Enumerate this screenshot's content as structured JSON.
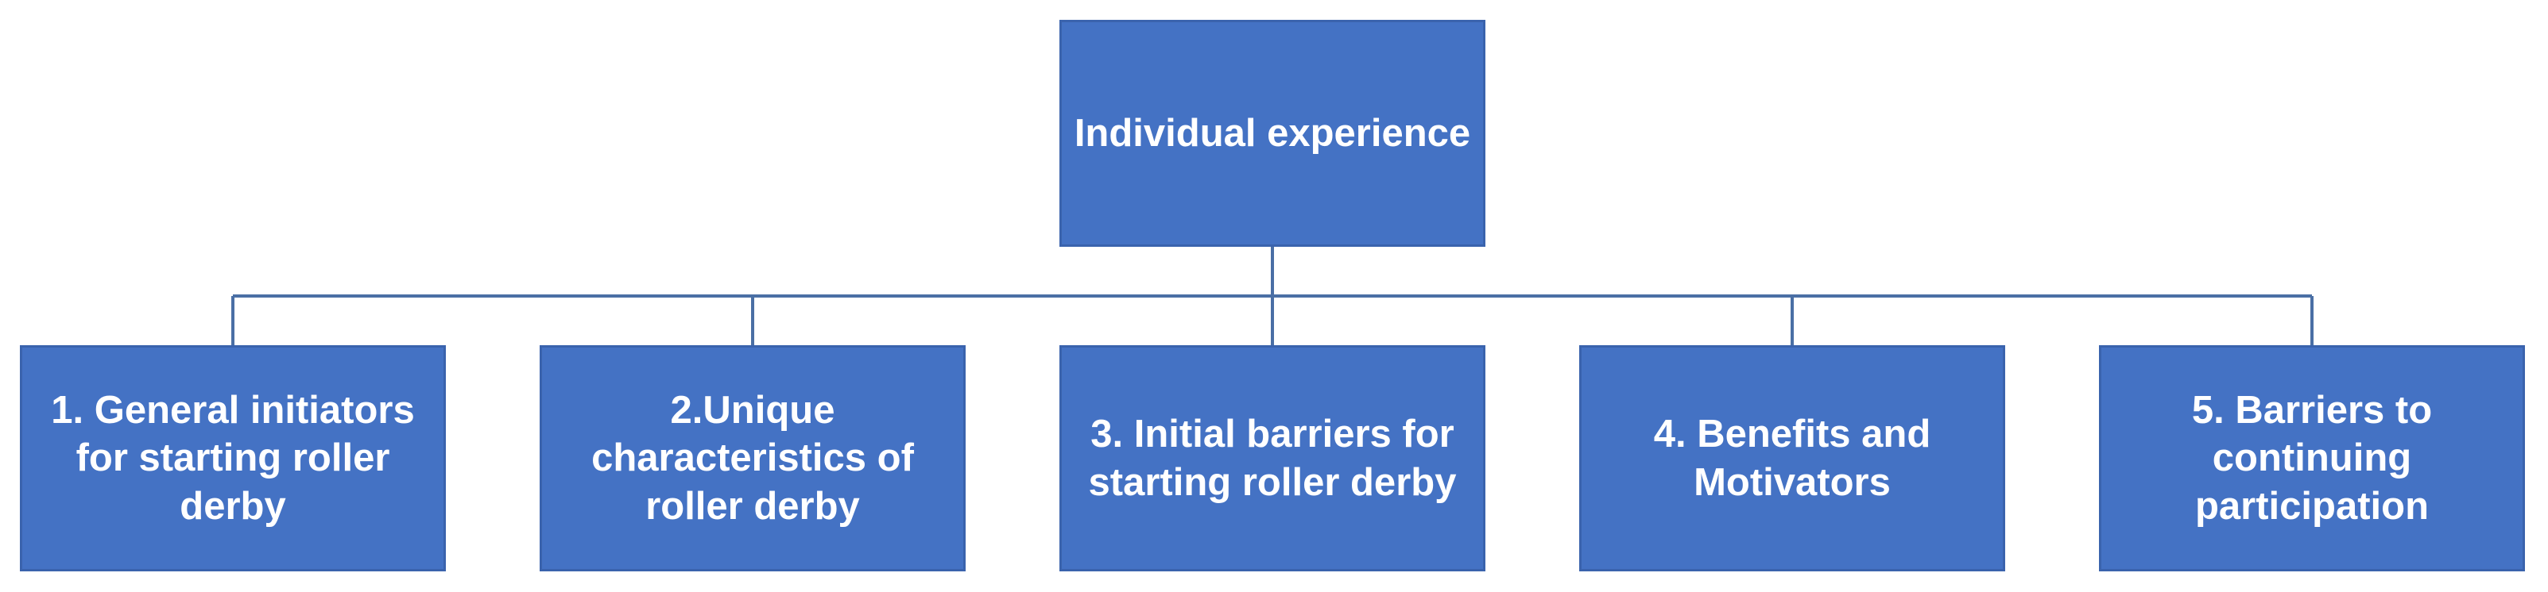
{
  "diagram": {
    "root": {
      "label": "Individual experience"
    },
    "children": [
      {
        "label": "1. General initiators for starting roller derby"
      },
      {
        "label": "2.Unique characteristics of roller derby"
      },
      {
        "label": "3. Initial barriers for starting roller derby"
      },
      {
        "label": "4. Benefits and Motivators"
      },
      {
        "label": "5. Barriers to continuing participation"
      }
    ]
  },
  "colors": {
    "box_fill": "#4472c4",
    "box_border": "#3a63ad",
    "connector": "#4a6fa5",
    "text": "#ffffff",
    "background": "#ffffff"
  }
}
